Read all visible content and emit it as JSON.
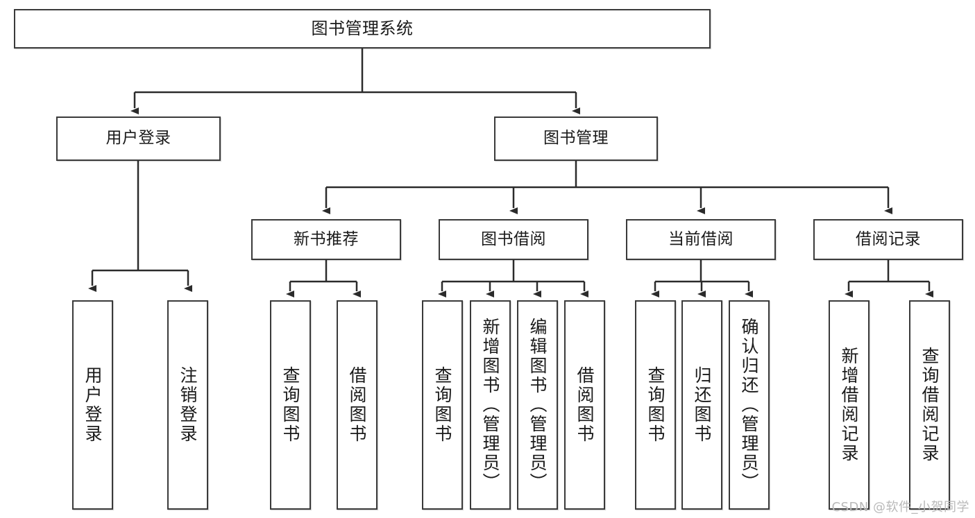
{
  "diagram": {
    "title": "图书管理系统",
    "type": "tree-hierarchy-diagram",
    "root": {
      "label": "图书管理系统"
    },
    "level2": [
      {
        "label": "用户登录"
      },
      {
        "label": "图书管理"
      }
    ],
    "level3": [
      {
        "label": "新书推荐"
      },
      {
        "label": "图书借阅"
      },
      {
        "label": "当前借阅"
      },
      {
        "label": "借阅记录"
      }
    ],
    "leaves": {
      "user_login": [
        {
          "label": "用户登录"
        },
        {
          "label": "注销登录"
        }
      ],
      "new_book_recommend": [
        {
          "label": "查询图书"
        },
        {
          "label": "借阅图书"
        }
      ],
      "book_borrow": [
        {
          "label": "查询图书"
        },
        {
          "label": "新增图书（管理员）"
        },
        {
          "label": "编辑图书（管理员）"
        },
        {
          "label": "借阅图书"
        }
      ],
      "current_borrow": [
        {
          "label": "查询图书"
        },
        {
          "label": "归还图书"
        },
        {
          "label": "确认归还（管理员）"
        }
      ],
      "borrow_record": [
        {
          "label": "新增借阅记录"
        },
        {
          "label": "查询借阅记录"
        }
      ]
    }
  },
  "watermark": {
    "text": "CSDN @软件_小贺同学"
  },
  "colors": {
    "stroke": "#3a3a3a",
    "fill": "#ffffff",
    "text": "#1a1a1a",
    "watermark": "#b9b9b9"
  }
}
